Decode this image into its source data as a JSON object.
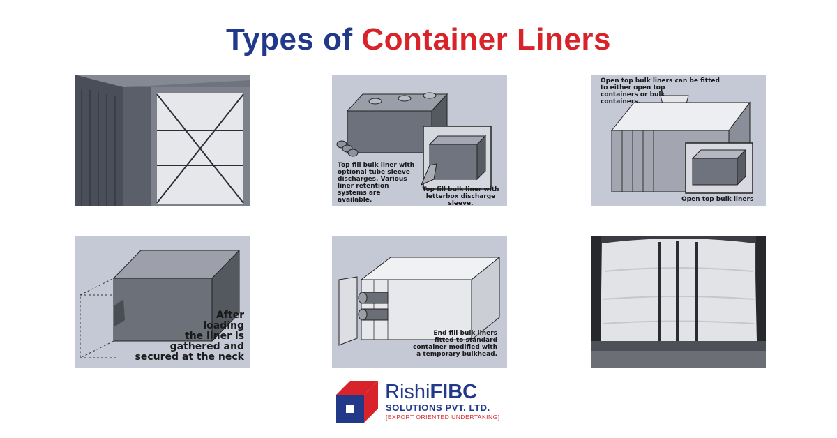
{
  "title": {
    "part1": "Types of",
    "part2": "Container Liners"
  },
  "panels": [
    {
      "name": "panel-photo-liner-container",
      "captions": []
    },
    {
      "name": "panel-top-fill-liner",
      "captions": [
        "Top fill bulk liner with\noptional tube sleeve\ndischarges. Various\nliner retention\nsystems are\navailable.",
        "Top fill bulk liner with\nletterbox discharge sleeve."
      ]
    },
    {
      "name": "panel-open-top-liner",
      "captions": [
        "Open top bulk liners can be fitted\nto either open top\ncontainers or bulk\ncontainers.",
        "Open top bulk liners"
      ]
    },
    {
      "name": "panel-gathered-liner",
      "captions": [
        "After\nloading\nthe liner is\ngathered and\nsecured at the neck"
      ]
    },
    {
      "name": "panel-end-fill-liner",
      "captions": [
        "End fill bulk liners\nfitted to standard\ncontainer modified with\na temporary bulkhead."
      ]
    },
    {
      "name": "panel-photo-filled-liner",
      "captions": []
    }
  ],
  "logo": {
    "name_regular": "Rishi",
    "name_bold": "FIBC",
    "subtitle": "SOLUTIONS PVT. LTD.",
    "tagline": "[EXPORT ORIENTED UNDERTAKING]",
    "colors": {
      "blue": "#22398a",
      "red": "#d8232a"
    }
  }
}
